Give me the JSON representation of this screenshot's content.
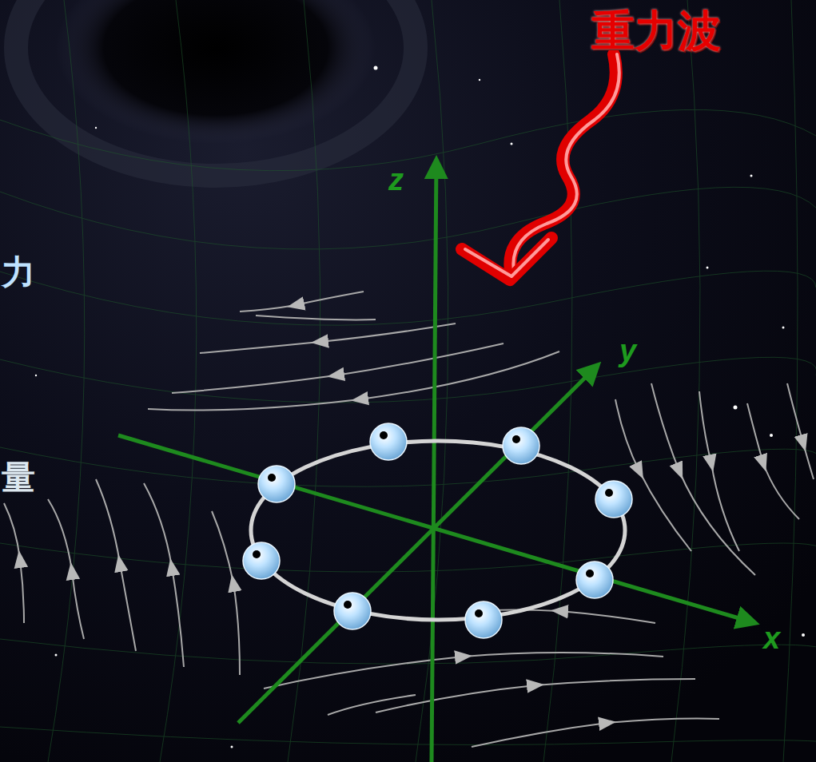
{
  "diagram": {
    "labels": [
      "重力波",
      "z",
      "y",
      "x",
      "力",
      "量"
    ]
  }
}
